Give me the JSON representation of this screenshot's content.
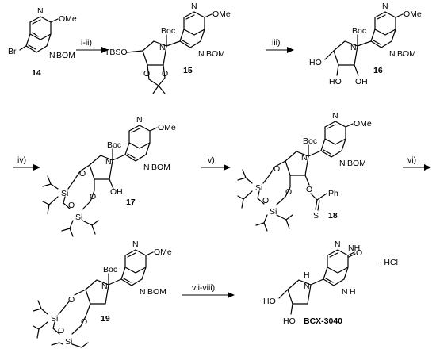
{
  "compounds": {
    "c14": "14",
    "c15": "15",
    "c16": "16",
    "c17": "17",
    "c18": "18",
    "c19": "19",
    "final": "BCX-3040"
  },
  "steps": {
    "s1": "i-ii)",
    "s2": "iii)",
    "s3": "iv)",
    "s4": "v)",
    "s5": "vi)",
    "s6": "vii-viii)"
  },
  "labels": {
    "N": "N",
    "NH": "NH",
    "HN": "H",
    "O": "O",
    "OMe": "OMe",
    "BOM": "BOM",
    "Boc": "Boc",
    "Br": "Br",
    "TBSO": "TBSO",
    "HO": "HO",
    "OH": "OH",
    "Si": "Si",
    "S": "S",
    "Ph": "Ph",
    "salt": "· HCl"
  }
}
